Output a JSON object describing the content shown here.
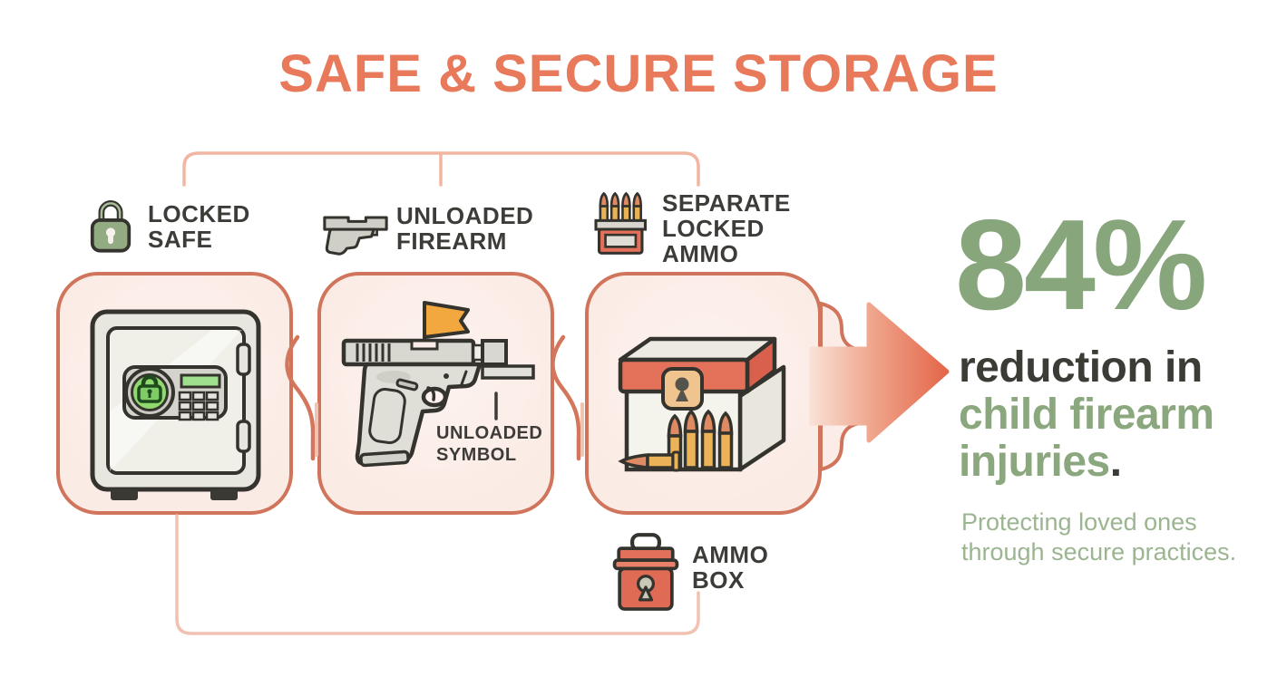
{
  "title": "SAFE & SECURE STORAGE",
  "legend": {
    "items": [
      {
        "icon": "padlock-icon",
        "lines": [
          "LOCKED",
          "SAFE"
        ]
      },
      {
        "icon": "pistol-icon",
        "lines": [
          "UNLOADED",
          "FIREARM"
        ]
      },
      {
        "icon": "ammo-tray-icon",
        "lines": [
          "SEPARATE",
          "LOCKED",
          "AMMO"
        ]
      }
    ]
  },
  "panels": [
    {
      "name": "locked-safe-panel",
      "illustration": "safe-illustration"
    },
    {
      "name": "unloaded-firearm-panel",
      "illustration": "pistol-with-flag-illustration",
      "annotation": {
        "lines": [
          "UNLOADED",
          "SYMBOL"
        ]
      }
    },
    {
      "name": "separate-locked-ammo-panel",
      "illustration": "ammo-box-illustration"
    }
  ],
  "footnote": {
    "icon": "ammo-box-icon",
    "lines": [
      "AMMO",
      "BOX"
    ]
  },
  "stat": {
    "value": "84%",
    "description_line1": "reduction in",
    "description_line2": "child firearm",
    "description_line3": "injuries",
    "description_period": ".",
    "subtitle_line1": "Protecting loved ones",
    "subtitle_line2": "through secure practices."
  },
  "colors": {
    "title_coral": "#E8795B",
    "panel_border": "#D0745B",
    "panel_fill": "#FBEBE6",
    "connector_light": "#F2B5A1",
    "dark_text": "#3D3C38",
    "sage_green": "#88A67C",
    "sage_green_light": "#9CB591",
    "arrow_gradient_start": "#F9E0D4",
    "arrow_gradient_end": "#E4664A",
    "flag_orange": "#F2A83E",
    "brass": "#E9B257",
    "bullet_tip": "#DE8A63",
    "lock_green": "#92AB82"
  }
}
